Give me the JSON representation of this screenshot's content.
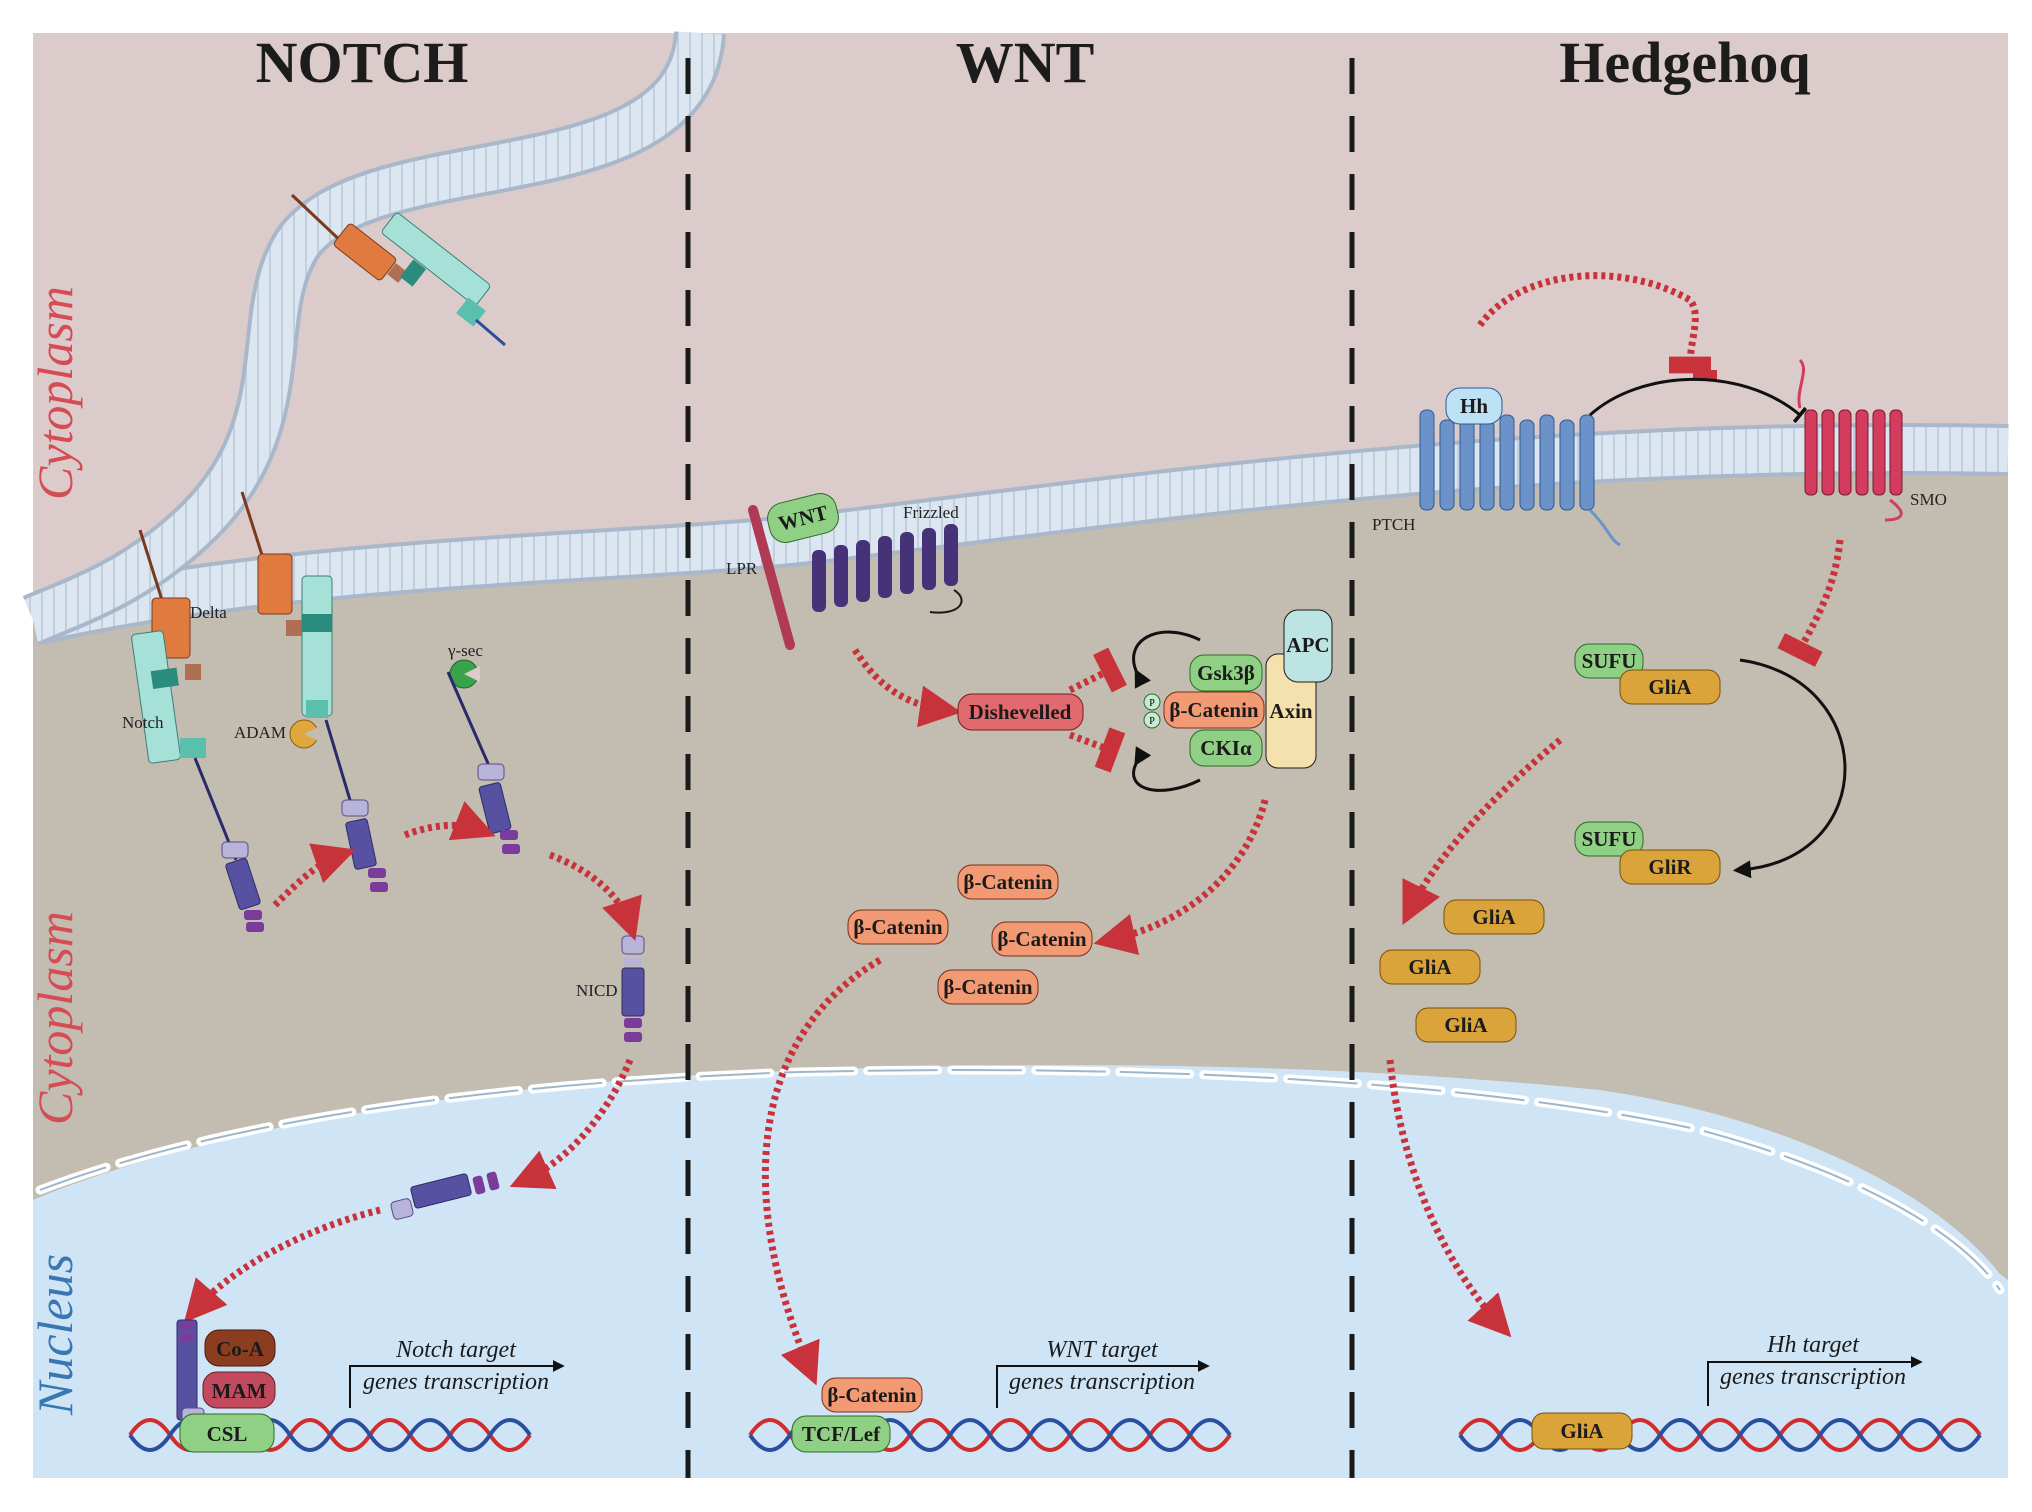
{
  "sections": {
    "notch": "NOTCH",
    "wnt": "WNT",
    "hedgehog": "Hedgehoq"
  },
  "compartments": {
    "cytoplasm_top": "Cytoplasm",
    "cytoplasm_bottom": "Cytoplasm",
    "nucleus": "Nucleus"
  },
  "notch": {
    "delta": "Delta",
    "notch": "Notch",
    "adam": "ADAM",
    "gamma_sec": "γ-sec",
    "nicd": "NICD",
    "coa": "Co-A",
    "mam": "MAM",
    "csl": "CSL",
    "target_line1": "Notch target",
    "target_line2": "genes transcription"
  },
  "wnt": {
    "wnt": "WNT",
    "frizzled": "Frizzled",
    "lpr": "LPR",
    "dishevelled": "Dishevelled",
    "gsk3b": "Gsk3β",
    "bcat_complex": "β-Catenin",
    "ckia": "CKIα",
    "apc": "APC",
    "axin": "Axin",
    "phospho": "P",
    "bcat_free_1": "β-Catenin",
    "bcat_free_2": "β-Catenin",
    "bcat_free_3": "β-Catenin",
    "bcat_free_4": "β-Catenin",
    "bcat_nuc": "β-Catenin",
    "tcf": "TCF/Lef",
    "target_line1": "WNT target",
    "target_line2": "genes transcription"
  },
  "hedgehog": {
    "hh": "Hh",
    "ptch": "PTCH",
    "smo": "SMO",
    "sufu_1": "SUFU",
    "glia_1": "GliA",
    "sufu_2": "SUFU",
    "glir": "GliR",
    "glia_free_1": "GliA",
    "glia_free_2": "GliA",
    "glia_free_3": "GliA",
    "glia_nuc": "GliA",
    "target_line1": "Hh target",
    "target_line2": "genes transcription"
  },
  "colors": {
    "outer_bg": "#c2bcb1",
    "inner_bg": "#dbcbcb",
    "nucleus_bg": "#cfe5f6",
    "membrane": "#dde7f1",
    "arrow_red": "#c8323a",
    "cytoplasm_text": "#d54c55",
    "nucleus_text": "#3977b3"
  }
}
